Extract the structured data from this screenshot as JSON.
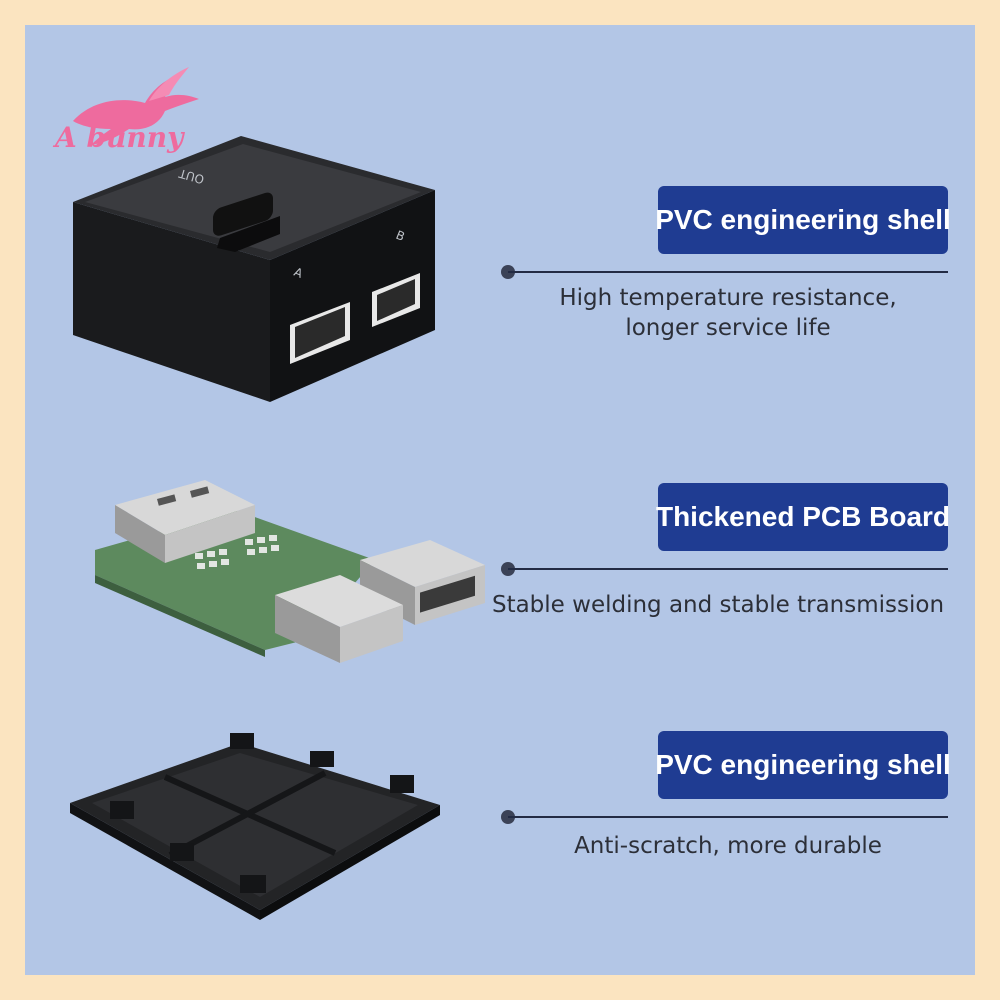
{
  "brand": {
    "logo_text": "A bunny",
    "logo_color": "#ee6b9e"
  },
  "colors": {
    "frame": "#fbe4c0",
    "panel": "#b3c6e6",
    "badge": "#1f3c92"
  },
  "features": [
    {
      "badge": "PVC engineering shell",
      "lines": [
        "High temperature resistance,",
        "longer service life"
      ],
      "part": "switch-top-shell"
    },
    {
      "badge": "Thickened PCB Board",
      "lines": [
        "Stable welding and stable transmission"
      ],
      "part": "pcb-board"
    },
    {
      "badge": "PVC engineering shell",
      "lines": [
        "Anti-scratch, more durable"
      ],
      "part": "bottom-cover"
    }
  ],
  "device_labels": {
    "out": "OUT",
    "a": "A",
    "b": "B"
  }
}
